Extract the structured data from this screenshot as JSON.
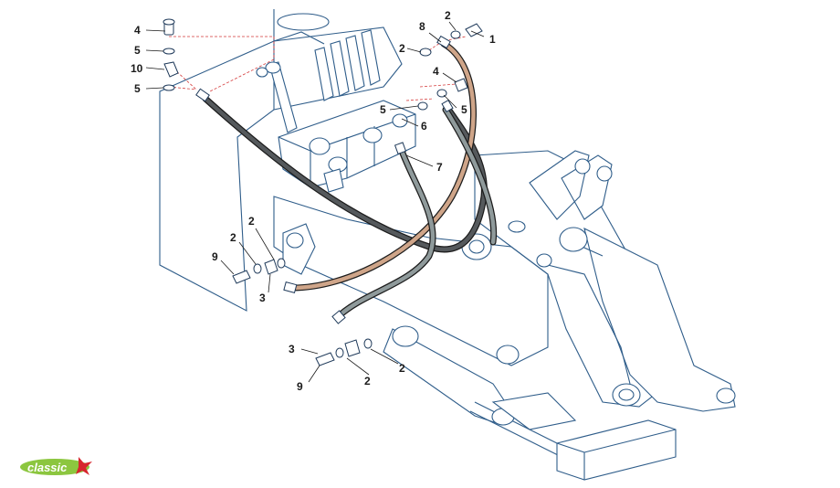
{
  "diagram": {
    "title": "Hydraulic hose routing - boom circuit",
    "callouts": [
      {
        "id": "c1",
        "label": "1"
      },
      {
        "id": "c2a",
        "label": "2"
      },
      {
        "id": "c2b",
        "label": "2"
      },
      {
        "id": "c2c",
        "label": "2"
      },
      {
        "id": "c2d",
        "label": "2"
      },
      {
        "id": "c2e",
        "label": "2"
      },
      {
        "id": "c2f",
        "label": "2"
      },
      {
        "id": "c3a",
        "label": "3"
      },
      {
        "id": "c3b",
        "label": "3"
      },
      {
        "id": "c4a",
        "label": "4"
      },
      {
        "id": "c4b",
        "label": "4"
      },
      {
        "id": "c5a",
        "label": "5"
      },
      {
        "id": "c5b",
        "label": "5"
      },
      {
        "id": "c5c",
        "label": "5"
      },
      {
        "id": "c5d",
        "label": "5"
      },
      {
        "id": "c6",
        "label": "6"
      },
      {
        "id": "c7",
        "label": "7"
      },
      {
        "id": "c8",
        "label": "8"
      },
      {
        "id": "c9a",
        "label": "9"
      },
      {
        "id": "c9b",
        "label": "9"
      },
      {
        "id": "c10",
        "label": "10"
      }
    ],
    "colors": {
      "frame_outline": "#2f5d8a",
      "hose_dark": "#55595c",
      "hose_grey": "#8f9a9b",
      "hose_tan": "#cfa589",
      "hose_edge": "#1c1c1c",
      "dashed_leader": "#d43a3a"
    }
  },
  "logo": {
    "text": "classic",
    "badge_color": "#8cc63f",
    "accent_color": "#d7262e"
  }
}
